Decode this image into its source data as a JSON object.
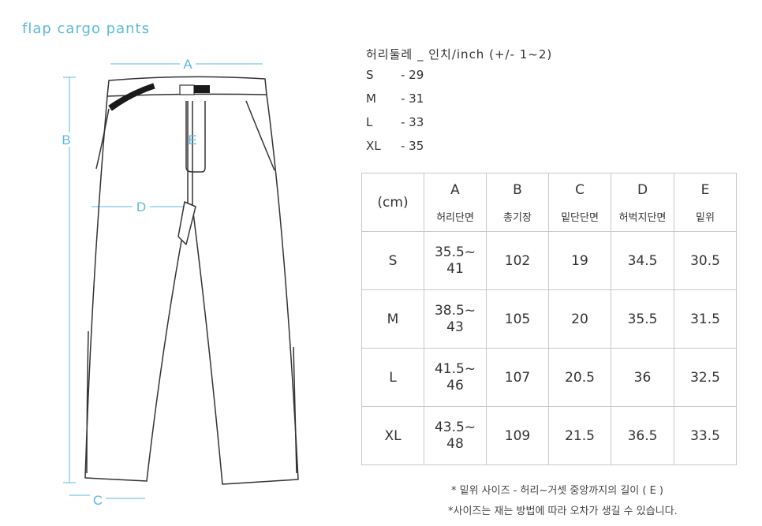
{
  "title": "flap cargo pants",
  "diagram": {
    "labels": {
      "A": "A",
      "B": "B",
      "C": "C",
      "D": "D",
      "E": "E"
    }
  },
  "waist": {
    "header": "허리둘레 _ 인치/inch  (+/- 1~2)",
    "rows": [
      {
        "size": "S",
        "value": "- 29"
      },
      {
        "size": "M",
        "value": "- 31"
      },
      {
        "size": "L",
        "value": "- 33"
      },
      {
        "size": "XL",
        "value": "- 35"
      }
    ]
  },
  "table": {
    "unit": "(cm)",
    "columns": [
      {
        "letter": "A",
        "name": "허리단면"
      },
      {
        "letter": "B",
        "name": "총기장"
      },
      {
        "letter": "C",
        "name": "밑단단면"
      },
      {
        "letter": "D",
        "name": "허벅지단면"
      },
      {
        "letter": "E",
        "name": "밑위"
      }
    ],
    "rows": [
      {
        "size": "S",
        "a1": "35.5~",
        "a2": "41",
        "b": "102",
        "c": "19",
        "d": "34.5",
        "e": "30.5"
      },
      {
        "size": "M",
        "a1": "38.5~",
        "a2": "43",
        "b": "105",
        "c": "20",
        "d": "35.5",
        "e": "31.5"
      },
      {
        "size": "L",
        "a1": "41.5~",
        "a2": "46",
        "b": "107",
        "c": "20.5",
        "d": "36",
        "e": "32.5"
      },
      {
        "size": "XL",
        "a1": "43.5~",
        "a2": "48",
        "b": "109",
        "c": "21.5",
        "d": "36.5",
        "e": "33.5"
      }
    ]
  },
  "notes": {
    "line1": "* 밑위 사이즈 - 허리~거셋 중앙까지의 길이 ( E )",
    "line2": "*사이즈는 재는 방법에 따라 오차가 생길 수 있습니다."
  },
  "colors": {
    "accent": "#5bb9dd",
    "line": "#333333",
    "belt": "#1a1a1a"
  }
}
